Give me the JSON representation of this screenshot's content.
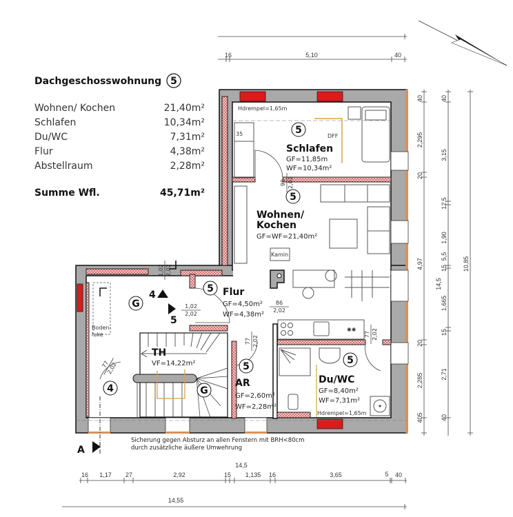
{
  "summary": {
    "title": "Dachgeschosswohnung",
    "unit_number": "5",
    "rows": [
      {
        "label": "Wohnen/ Kochen",
        "area": "21,40m²"
      },
      {
        "label": "Schlafen",
        "area": "10,34m²"
      },
      {
        "label": "Du/WC",
        "area": "7,31m²"
      },
      {
        "label": "Flur",
        "area": "4,38m²"
      },
      {
        "label": "Abstellraum",
        "area": "2,28m²"
      }
    ],
    "total_label": "Summe Wfl.",
    "total_area": "45,71m²"
  },
  "rooms": {
    "schlafen": {
      "number": "5",
      "name": "Schlafen",
      "gf": "GF=11,85m",
      "wf": "WF=10,34m²",
      "kniestock": "Hdrempel=1,65m",
      "dff": "DFF",
      "shelf": "35"
    },
    "wohnen": {
      "number": "5",
      "name1": "Wohnen/",
      "name2": "Kochen",
      "area": "GF=WF=21,40m²",
      "kamin": "Kamin"
    },
    "flur": {
      "number": "5",
      "name": "Flur",
      "gf": "GF=4,50m²",
      "wf": "WF=4,38m²"
    },
    "ar": {
      "number": "5",
      "name": "AR",
      "gf": "GF=2,60m²",
      "wf": "WF=2,28m²"
    },
    "duwc": {
      "number": "5",
      "name": "Du/WC",
      "gf": "GF=8,40m²",
      "wf": "WF=7,31m²",
      "kniestock": "Hdrempel=1,65m"
    },
    "th": {
      "name": "TH",
      "vf": "VF=14,22m²",
      "g": "G"
    },
    "common": {
      "g": "G",
      "unit4": "4",
      "arrow4": "4",
      "arrow5": "5",
      "bodenluke1": "Boden-",
      "bodenluke2": "luke"
    }
  },
  "doors": {
    "schlafen": [
      "90",
      "2,02"
    ],
    "entry_top": [
      "1,02",
      "2,02"
    ],
    "entry_flur": [
      "1,02",
      "2,02"
    ],
    "kitchen": [
      "86",
      "2,02"
    ],
    "ar": [
      "77",
      "2,02"
    ],
    "bath": [
      "77",
      "2,02"
    ],
    "unit4": [
      "77",
      "2,02"
    ]
  },
  "note": {
    "line1": "Sicherung gegen Absturz an allen Fenstern mit BRH<80cm",
    "line2": "durch zusätzliche äußere Umwehrung"
  },
  "section_marker": "A",
  "dimensions": {
    "top": [
      "16",
      "5,10",
      "40"
    ],
    "bottom": [
      "16",
      "1,17",
      "27",
      "2,92",
      "15",
      "14,5",
      "1,135",
      "16",
      "3,65",
      "5",
      "40"
    ],
    "bottom_total": "14,55",
    "right_inner": [
      "40",
      "2,295",
      "20",
      "4,97",
      "20",
      "2,285",
      "405"
    ],
    "right_middle": [
      "40",
      "3,15",
      "12,5",
      "1,90",
      "5,5",
      "15",
      "14,5",
      "1,665",
      "15",
      "2,71",
      "40"
    ],
    "right_total": "10,85"
  },
  "colors": {
    "wall": "#a9a9a9",
    "partition": "#e9a3a3",
    "window": "#d91c1c",
    "insulation": "#d9925a",
    "stair_line": "#d9a24a"
  }
}
